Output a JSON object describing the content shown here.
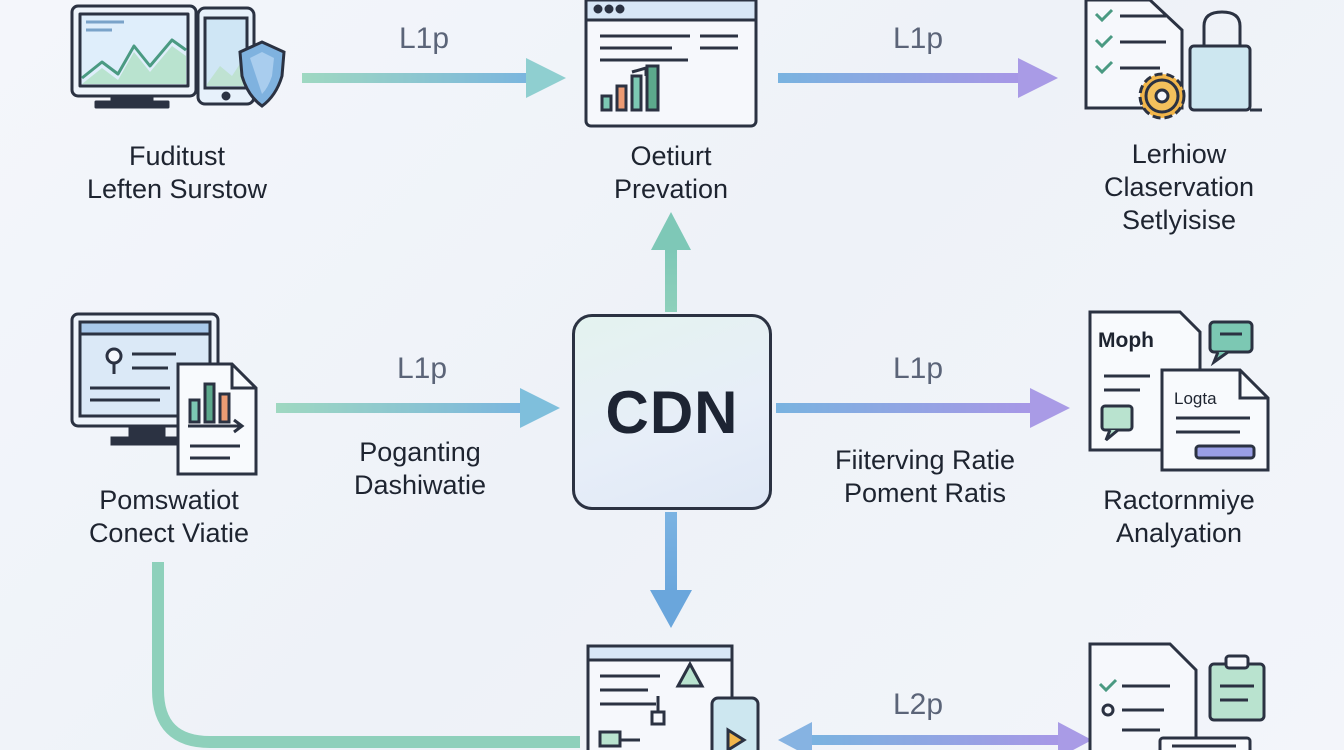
{
  "center": {
    "label": "CDN"
  },
  "nodes": {
    "top_left": {
      "line1": "Fuditust",
      "line2": "Leften Surstow"
    },
    "top_center": {
      "line1": "Oetiurt",
      "line2": "Prevation"
    },
    "top_right": {
      "line1": "Lerhiow",
      "line2": "Claservation",
      "line3": "Setlyisise"
    },
    "mid_left": {
      "line1": "Pomswatiot",
      "line2": "Conect Viatie"
    },
    "mid_right": {
      "line1": "Ractornmiye",
      "line2": "Analyation",
      "doc_a": "Moph",
      "doc_b": "Logta"
    }
  },
  "edges": {
    "top_left_to_top_center": "L1p",
    "top_center_to_top_right": "L1p",
    "mid_left_to_center": "L1p",
    "center_to_mid_right": "L1p",
    "bottom": "L2p"
  },
  "edge_notes": {
    "left": {
      "line1": "Poganting",
      "line2": "Dashiwatie"
    },
    "right": {
      "line1": "Fiiterving Ratie",
      "line2": "Poment Ratis"
    }
  },
  "colors": {
    "teal": "#7cc8b3",
    "blue": "#74aee0",
    "purple": "#a79be6",
    "outline": "#2b3242"
  }
}
